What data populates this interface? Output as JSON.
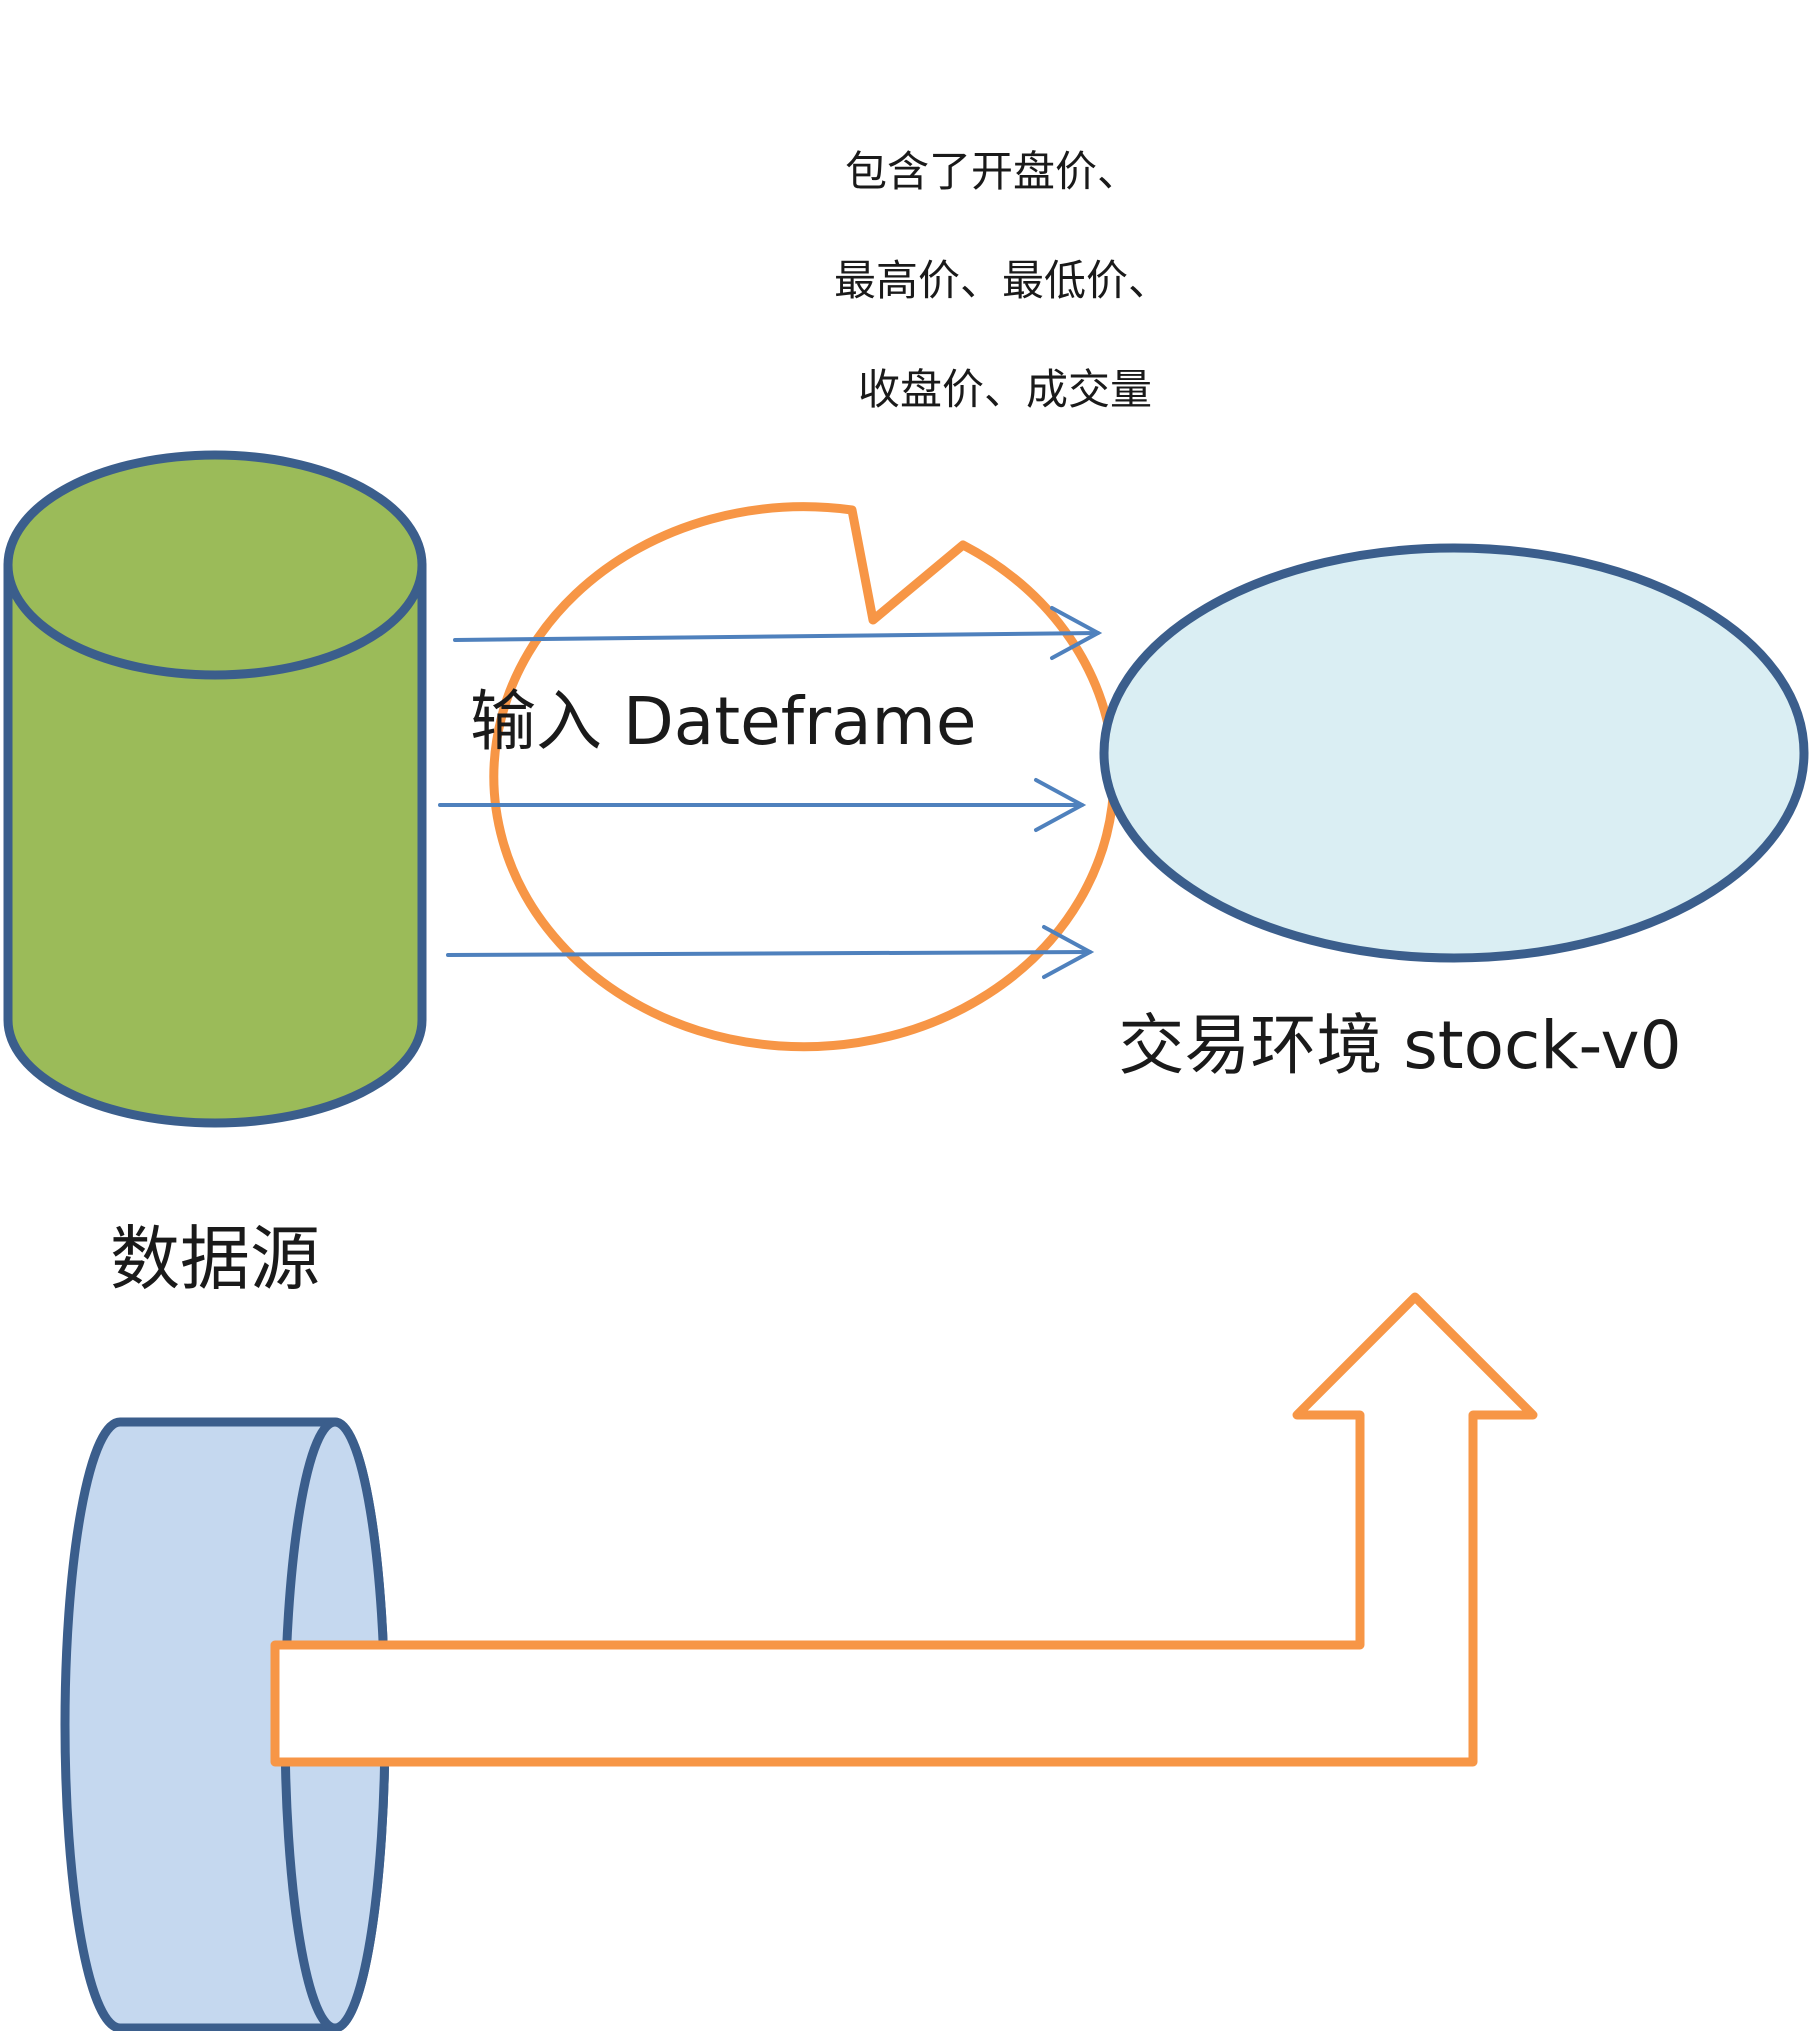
{
  "bubble": {
    "lines": [
      "包含了开盘价、",
      "最高价、最低价、",
      "收盘价、成交量"
    ]
  },
  "labels": {
    "input": "输入 Dateframe",
    "environment": "交易环境 stock-v0",
    "data_source": "数据源"
  },
  "colors": {
    "outline_blue": "#3b5e8c",
    "cylinder_green": "#9bbb59",
    "ellipse_fill": "#daeef3",
    "disk_fill": "#c5d8ef",
    "orange": "#f79646",
    "arrow_blue": "#4f81bd",
    "text": "#1a1a1a"
  }
}
